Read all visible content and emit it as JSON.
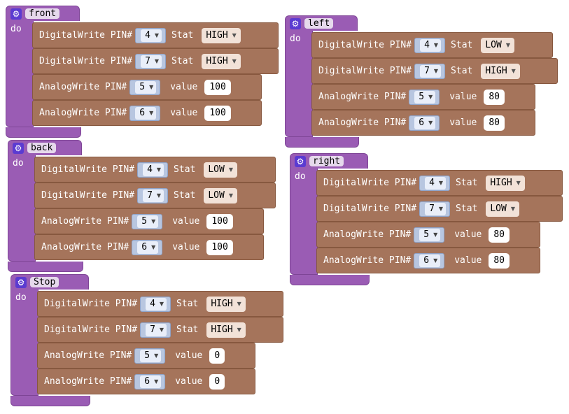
{
  "labels": {
    "do": "do",
    "digital_write": "DigitalWrite PIN#",
    "analog_write": "AnalogWrite PIN#",
    "stat": "Stat",
    "value": "value"
  },
  "icons": {
    "procedure": "gear-icon",
    "dropdown": "chevron-down-icon"
  },
  "colors": {
    "procedure": "#9a5cb4",
    "gear": "#5b3bd1",
    "statement": "#a5745b",
    "socket": "#b8c6e0"
  },
  "procedures": [
    {
      "name": "front",
      "blocks": [
        {
          "type": "digital",
          "pin": "4",
          "stat": "HIGH"
        },
        {
          "type": "digital",
          "pin": "7",
          "stat": "HIGH"
        },
        {
          "type": "analog",
          "pin": "5",
          "value": "100"
        },
        {
          "type": "analog",
          "pin": "6",
          "value": "100"
        }
      ]
    },
    {
      "name": "left",
      "blocks": [
        {
          "type": "digital",
          "pin": "4",
          "stat": "LOW"
        },
        {
          "type": "digital",
          "pin": "7",
          "stat": "HIGH"
        },
        {
          "type": "analog",
          "pin": "5",
          "value": "80"
        },
        {
          "type": "analog",
          "pin": "6",
          "value": "80"
        }
      ]
    },
    {
      "name": "back",
      "blocks": [
        {
          "type": "digital",
          "pin": "4",
          "stat": "LOW"
        },
        {
          "type": "digital",
          "pin": "7",
          "stat": "LOW"
        },
        {
          "type": "analog",
          "pin": "5",
          "value": "100"
        },
        {
          "type": "analog",
          "pin": "6",
          "value": "100"
        }
      ]
    },
    {
      "name": "right",
      "blocks": [
        {
          "type": "digital",
          "pin": "4",
          "stat": "HIGH"
        },
        {
          "type": "digital",
          "pin": "7",
          "stat": "LOW"
        },
        {
          "type": "analog",
          "pin": "5",
          "value": "80"
        },
        {
          "type": "analog",
          "pin": "6",
          "value": "80"
        }
      ]
    },
    {
      "name": "Stop",
      "blocks": [
        {
          "type": "digital",
          "pin": "4",
          "stat": "HIGH"
        },
        {
          "type": "digital",
          "pin": "7",
          "stat": "HIGH"
        },
        {
          "type": "analog",
          "pin": "5",
          "value": "0"
        },
        {
          "type": "analog",
          "pin": "6",
          "value": "0"
        }
      ]
    }
  ]
}
